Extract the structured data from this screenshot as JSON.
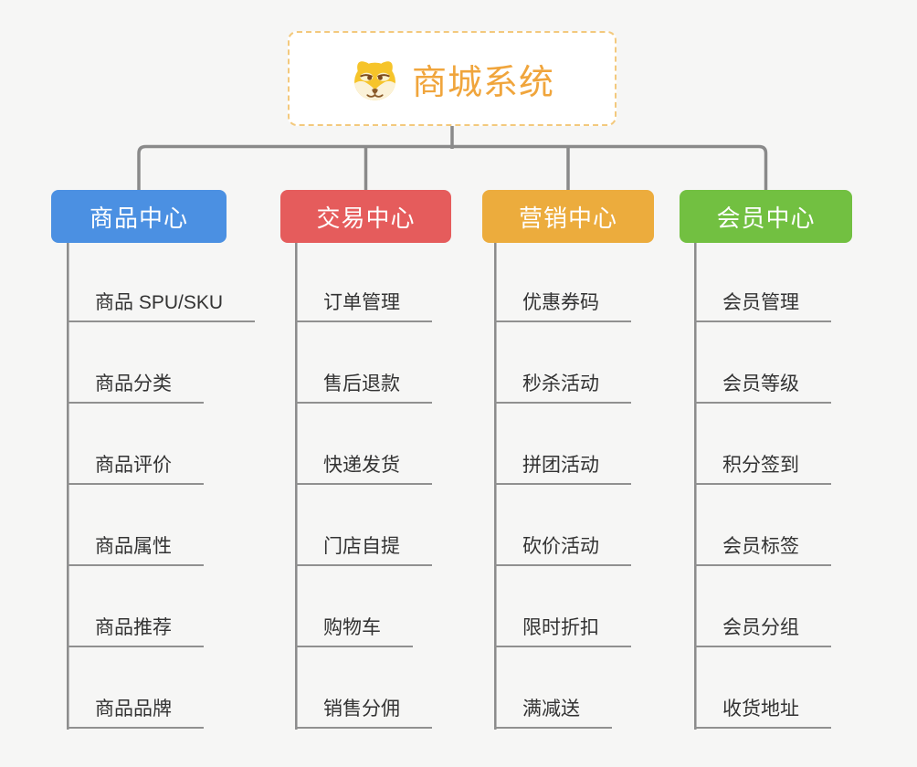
{
  "canvas": {
    "background": "#f6f6f5"
  },
  "root": {
    "title": "商城系统",
    "icon": "shiba-dog-icon",
    "title_color": "#f0a53c",
    "border_color": "#f3c97d"
  },
  "branches": [
    {
      "label": "商品中心",
      "color": "#4b90e2",
      "children": [
        "商品 SPU/SKU",
        "商品分类",
        "商品评价",
        "商品属性",
        "商品推荐",
        "商品品牌"
      ]
    },
    {
      "label": "交易中心",
      "color": "#e55c5c",
      "children": [
        "订单管理",
        "售后退款",
        "快递发货",
        "门店自提",
        "购物车",
        "销售分佣"
      ]
    },
    {
      "label": "营销中心",
      "color": "#ecac3d",
      "children": [
        "优惠券码",
        "秒杀活动",
        "拼团活动",
        "砍价活动",
        "限时折扣",
        "满减送"
      ]
    },
    {
      "label": "会员中心",
      "color": "#72c041",
      "children": [
        "会员管理",
        "会员等级",
        "积分签到",
        "会员标签",
        "会员分组",
        "收货地址"
      ]
    }
  ],
  "style": {
    "connector_color": "#8a8a8a",
    "leaf_line_color": "#909090",
    "leaf_text_color": "#333333"
  }
}
